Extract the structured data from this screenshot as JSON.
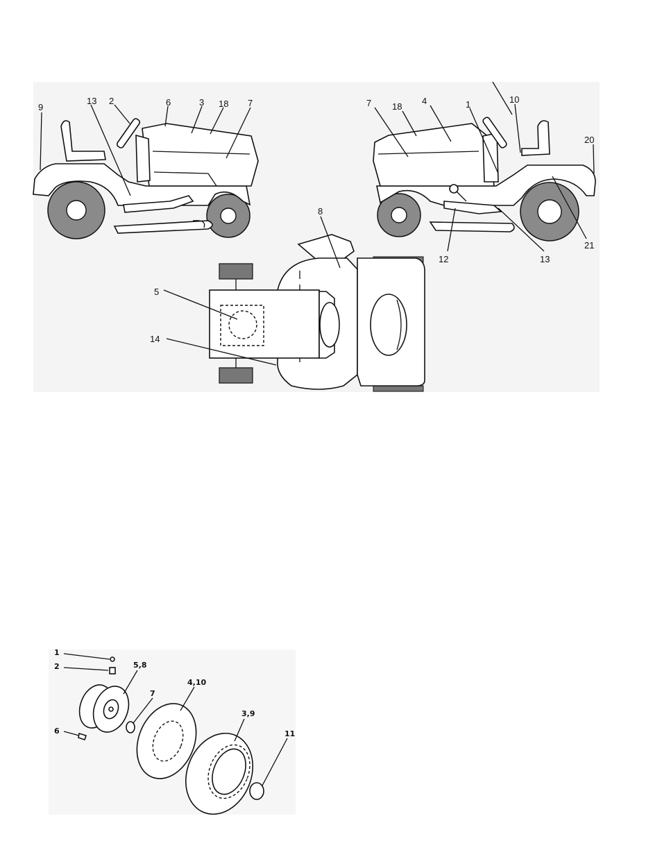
{
  "decal_diagram": {
    "left_view_callouts": [
      "9",
      "13",
      "2",
      "6",
      "3",
      "18",
      "7"
    ],
    "right_view_callouts": [
      "7",
      "18",
      "4",
      "1",
      "10",
      "20",
      "21",
      "12",
      "13"
    ],
    "top_view_callouts": [
      "8",
      "5",
      "14"
    ]
  },
  "wheel_diagram": {
    "callouts": [
      "1",
      "2",
      "5,8",
      "7",
      "4,10",
      "3,9",
      "11",
      "6"
    ]
  },
  "colors": {
    "line": "#111111",
    "tire_fill": "#8a8a8a",
    "panel_bg": "#f4f4f4"
  }
}
